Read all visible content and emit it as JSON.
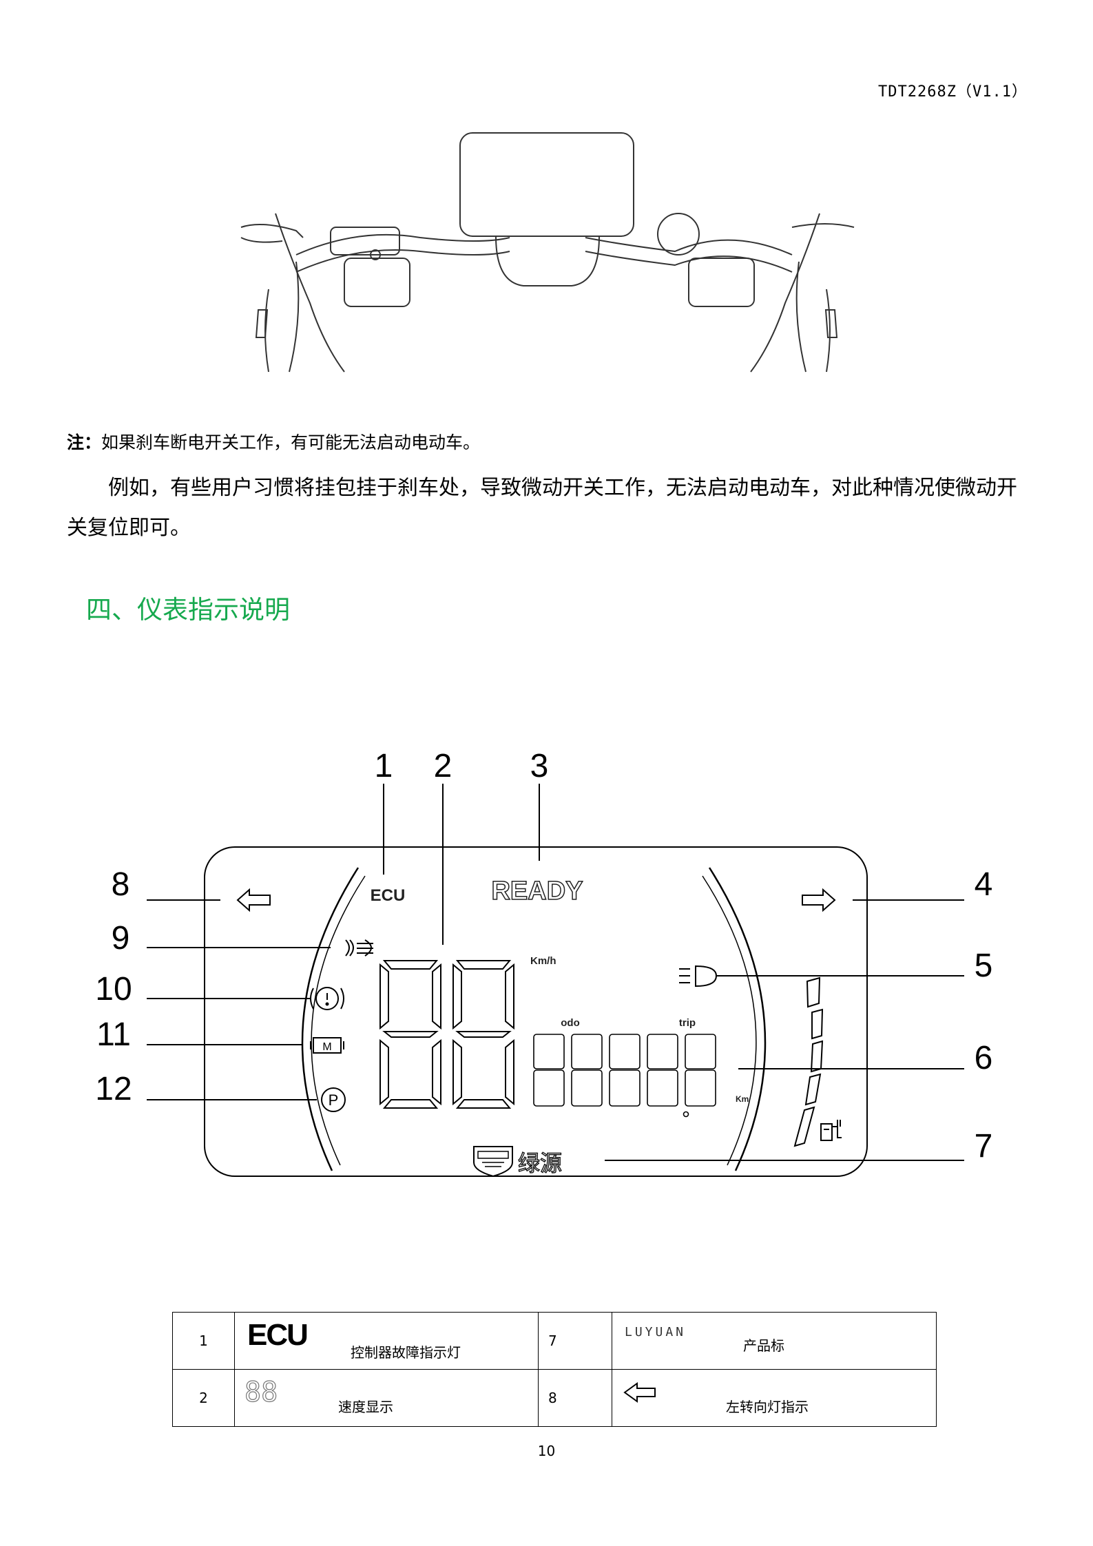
{
  "header": {
    "doc_code": "TDT2268Z（V1.1）"
  },
  "note": {
    "label": "注：",
    "text": "如果刹车断电开关工作，有可能无法启动电动车。"
  },
  "paragraph": "例如，有些用户习惯将挂包挂于刹车处，导致微动开关工作，无法启动电动车，对此种情况使微动开关复位即可。",
  "section": {
    "heading": "四、仪表指示说明"
  },
  "dashboard": {
    "ecu_label": "ECU",
    "ready_label": "READY",
    "speed_unit": "Km/h",
    "odo_label": "odo",
    "trip_label": "trip",
    "km_unit": "Km",
    "brand_text": "绿源",
    "callouts": [
      "1",
      "2",
      "3",
      "4",
      "5",
      "6",
      "7",
      "8",
      "9",
      "10",
      "11",
      "12"
    ]
  },
  "table": {
    "rows": [
      {
        "left_num": "1",
        "left_icon_text": "ECU",
        "left_desc": "控制器故障指示灯",
        "right_num": "7",
        "right_icon_text": "LUYUAN",
        "right_desc": "产品标"
      },
      {
        "left_num": "2",
        "left_icon_text": "88",
        "left_desc": "速度显示",
        "right_num": "8",
        "right_icon_text": "left-arrow-icon",
        "right_desc": "左转向灯指示"
      }
    ]
  },
  "footer": {
    "page_number": "10"
  }
}
